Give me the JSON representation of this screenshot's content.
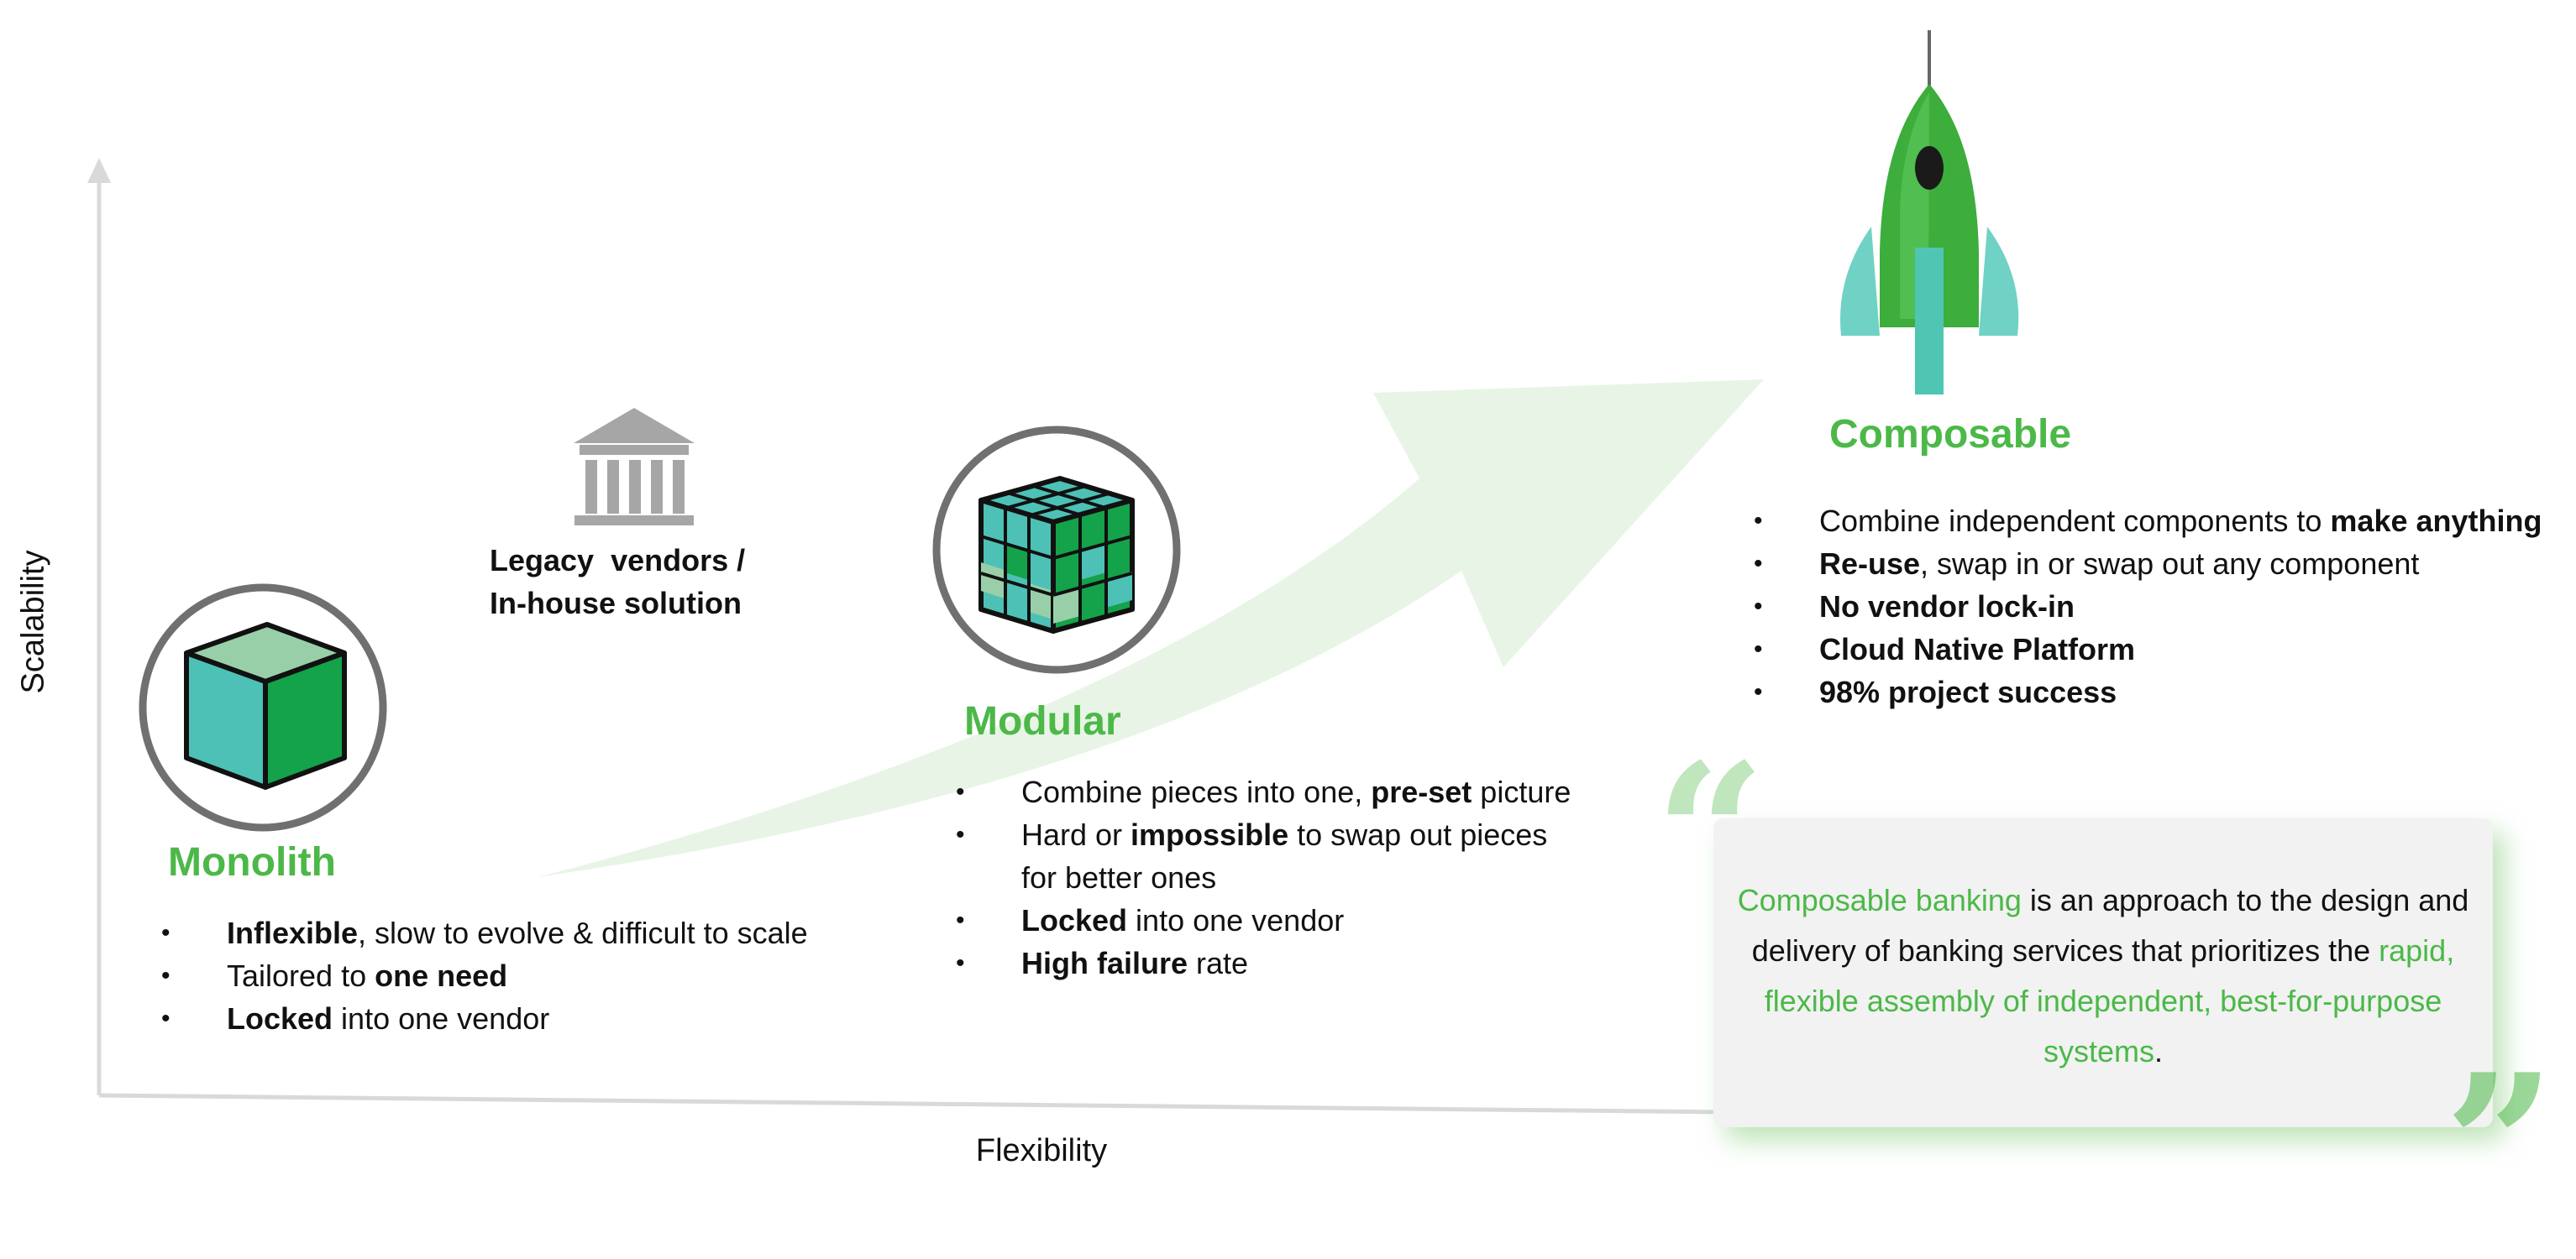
{
  "axes": {
    "y_label": "Scalability",
    "x_label": "Flexibility"
  },
  "legacy": {
    "line1": "Legacy  vendors /",
    "line2": "In-house solution",
    "icon": "bank-building-icon"
  },
  "monolith": {
    "title": "Monolith",
    "icon": "cube-icon",
    "bullets": [
      {
        "bold": "Inflexible",
        "rest": ", slow to evolve & difficult to scale"
      },
      {
        "pre": "Tailored to ",
        "bold": "one need"
      },
      {
        "bold": "Locked",
        "rest": " into one vendor"
      }
    ]
  },
  "modular": {
    "title": "Modular",
    "icon": "rubiks-cube-icon",
    "bullets": [
      {
        "pre": "Combine pieces into one, ",
        "bold": "pre-set",
        "rest": " picture"
      },
      {
        "pre": "Hard or ",
        "bold": "impossible",
        "rest": " to swap out pieces for better ones"
      },
      {
        "bold": "Locked",
        "rest": " into one vendor"
      },
      {
        "bold": "High failure",
        "rest": " rate"
      }
    ]
  },
  "composable": {
    "title": "Composable",
    "icon": "rocket-icon",
    "bullets": [
      {
        "pre": "Combine independent components to ",
        "bold": "make anything"
      },
      {
        "bold": "Re-use",
        "rest": ", swap in or swap out any component"
      },
      {
        "bold": "No vendor lock-in"
      },
      {
        "bold": "Cloud Native Platform"
      },
      {
        "bold": "98% project success"
      }
    ]
  },
  "quote": {
    "part1": "Composable banking",
    "part2": " is an approach to the  design and delivery of banking services  that prioritizes the ",
    "part3": "rapid, flexible assembly  of independent, best-for-purpose systems",
    "part4": "."
  },
  "colors": {
    "accent": "#4cb848",
    "teal": "#4dc1b5",
    "dark_green": "#14a24a",
    "light_green": "#98cfa9",
    "arrow_fill": "#e8f5e6"
  }
}
